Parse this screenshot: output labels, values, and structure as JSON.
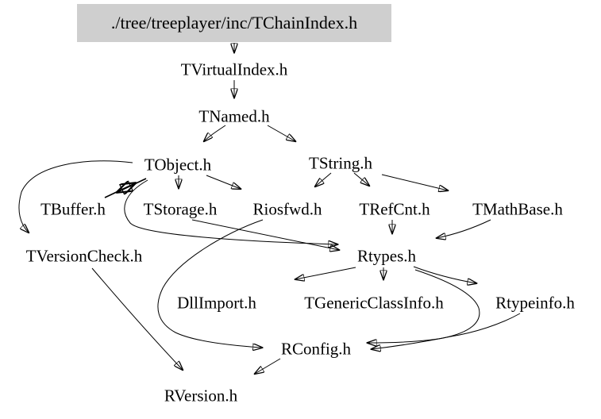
{
  "graph": {
    "type": "include-dependency-graph",
    "background": "#ffffff",
    "edge_color": "#000000",
    "text_color": "#000000",
    "root_node_bg": "#cfcfcf",
    "nodes": [
      {
        "id": "TChainIndex",
        "label": "./tree/treeplayer/inc/TChainIndex.h",
        "role": "root"
      },
      {
        "id": "TVirtualIndex",
        "label": "TVirtualIndex.h"
      },
      {
        "id": "TNamed",
        "label": "TNamed.h"
      },
      {
        "id": "TObject",
        "label": "TObject.h"
      },
      {
        "id": "TString",
        "label": "TString.h"
      },
      {
        "id": "TBuffer",
        "label": "TBuffer.h"
      },
      {
        "id": "TStorage",
        "label": "TStorage.h"
      },
      {
        "id": "Riosfwd",
        "label": "Riosfwd.h"
      },
      {
        "id": "TRefCnt",
        "label": "TRefCnt.h"
      },
      {
        "id": "TMathBase",
        "label": "TMathBase.h"
      },
      {
        "id": "TVersionCheck",
        "label": "TVersionCheck.h"
      },
      {
        "id": "Rtypes",
        "label": "Rtypes.h"
      },
      {
        "id": "DllImport",
        "label": "DllImport.h"
      },
      {
        "id": "TGenericClassInfo",
        "label": "TGenericClassInfo.h"
      },
      {
        "id": "Rtypeinfo",
        "label": "Rtypeinfo.h"
      },
      {
        "id": "RConfig",
        "label": "RConfig.h"
      },
      {
        "id": "RVersion",
        "label": "RVersion.h"
      }
    ],
    "edges": [
      {
        "from": "TChainIndex",
        "to": "TVirtualIndex"
      },
      {
        "from": "TVirtualIndex",
        "to": "TNamed"
      },
      {
        "from": "TNamed",
        "to": "TObject"
      },
      {
        "from": "TNamed",
        "to": "TString"
      },
      {
        "from": "TObject",
        "to": "TStorage"
      },
      {
        "from": "TObject",
        "to": "Riosfwd"
      },
      {
        "from": "TObject",
        "to": "TVersionCheck"
      },
      {
        "from": "TObject",
        "to": "Rtypes"
      },
      {
        "from": "TObject",
        "to": "TBuffer"
      },
      {
        "from": "TBuffer",
        "to": "TObject"
      },
      {
        "from": "TString",
        "to": "Riosfwd"
      },
      {
        "from": "TString",
        "to": "TRefCnt"
      },
      {
        "from": "TString",
        "to": "TMathBase"
      },
      {
        "from": "TStorage",
        "to": "Rtypes"
      },
      {
        "from": "Riosfwd",
        "to": "RConfig"
      },
      {
        "from": "TRefCnt",
        "to": "Rtypes"
      },
      {
        "from": "TMathBase",
        "to": "Rtypes"
      },
      {
        "from": "Rtypes",
        "to": "DllImport"
      },
      {
        "from": "Rtypes",
        "to": "TGenericClassInfo"
      },
      {
        "from": "Rtypes",
        "to": "Rtypeinfo"
      },
      {
        "from": "Rtypes",
        "to": "RConfig"
      },
      {
        "from": "Rtypeinfo",
        "to": "RConfig"
      },
      {
        "from": "RConfig",
        "to": "RVersion"
      },
      {
        "from": "TVersionCheck",
        "to": "RVersion"
      }
    ]
  }
}
